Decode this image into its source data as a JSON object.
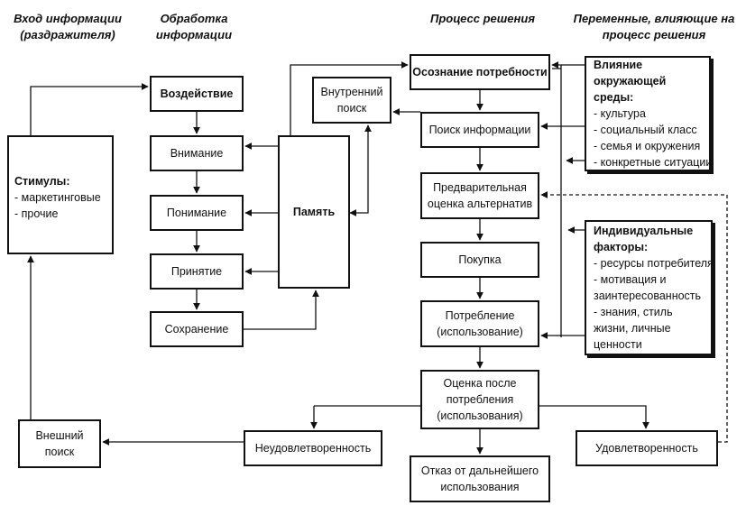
{
  "headers": {
    "input": [
      "Вход информации",
      "(раздражителя)"
    ],
    "processing": [
      "Обработка",
      "информации"
    ],
    "decision": [
      "Процесс решения"
    ],
    "variables": [
      "Переменные, влияющие на",
      "процесс решения"
    ]
  },
  "boxes": {
    "stimuli": {
      "title": "Стимулы:",
      "items": [
        "- маркетинговые",
        "- прочие"
      ]
    },
    "impact": {
      "label": "Воздействие"
    },
    "attention": {
      "label": "Внимание"
    },
    "understanding": {
      "label": "Понимание"
    },
    "acceptance": {
      "label": "Принятие"
    },
    "retention": {
      "label": "Сохранение"
    },
    "memory": {
      "label": "Память"
    },
    "internal_search": {
      "label": "Внутренний поиск"
    },
    "need_recognition": {
      "label": "Осознание потребности"
    },
    "info_search": {
      "label": "Поиск информации"
    },
    "pre_evaluation": {
      "label": "Предварительная оценка альтернатив"
    },
    "purchase": {
      "label": "Покупка"
    },
    "consumption": {
      "label": "Потребление (использование)"
    },
    "post_evaluation": {
      "label": "Оценка после потребления (использования)"
    },
    "dissatisfaction": {
      "label": "Неудовлетворенность"
    },
    "satisfaction": {
      "label": "Удовлетворенность"
    },
    "rejection": {
      "label": "Отказ от дальнейшего использования"
    },
    "external_search": {
      "label": "Внешний поиск"
    },
    "environment": {
      "title": "Влияние окружающей среды:",
      "items": [
        "- культура",
        "- социальный класс",
        "- семья и окружения",
        "- конкретные ситуации"
      ]
    },
    "individual": {
      "title": "Индивидуальные факторы:",
      "items": [
        "- ресурсы потребителя",
        "- мотивация и заинтересованность",
        "- знания, стиль жизни, личные ценности"
      ]
    }
  },
  "colors": {
    "line": "#111111",
    "background": "#ffffff"
  }
}
